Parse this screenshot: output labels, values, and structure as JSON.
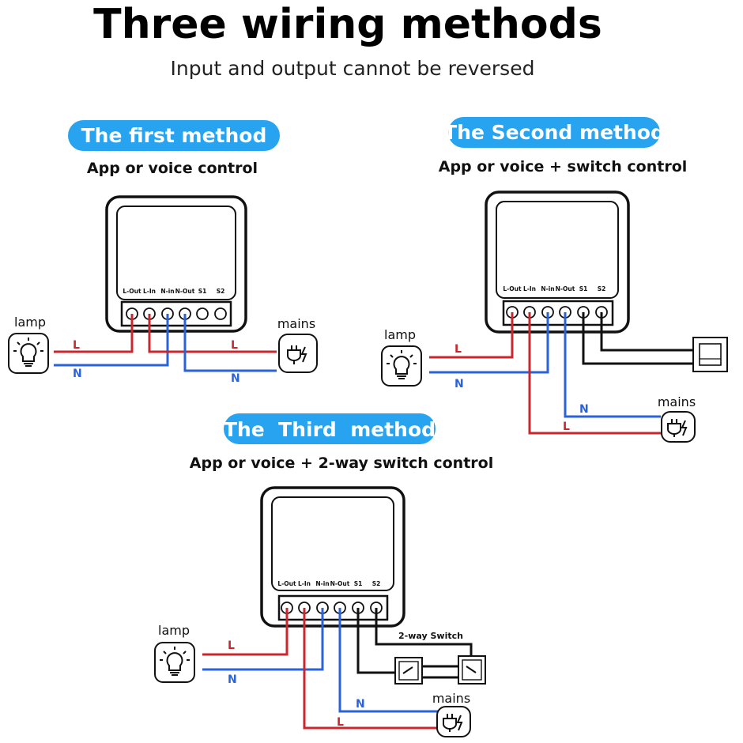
{
  "header": {
    "title": "Three wiring methods",
    "subtitle": "Input and output cannot be reversed"
  },
  "colors": {
    "pill": "#27a3f0",
    "live": "#c8272d",
    "neutral": "#2a63d8",
    "control": "#111111"
  },
  "terminals": [
    "L-Out",
    "L-In",
    "N-in",
    "N-Out",
    "S1",
    "S2"
  ],
  "icons": {
    "lamp": "bulb-icon",
    "mains": "plug-icon",
    "switch": "wall-switch-icon"
  },
  "method1": {
    "pill": "The first method",
    "desc": "App or voice control",
    "lamp_label": "lamp",
    "mains_label": "mains",
    "wire_l1": "L",
    "wire_n1": "N",
    "wire_l2": "L",
    "wire_n2": "N"
  },
  "method2": {
    "pill": "The Second method",
    "desc": "App or voice + switch control",
    "lamp_label": "lamp",
    "mains_label": "mains",
    "wire_l1": "L",
    "wire_n1": "N",
    "wire_l2": "L",
    "wire_n2": "N"
  },
  "method3": {
    "pill": "The  Third  method",
    "desc": "App or voice + 2-way switch control",
    "lamp_label": "lamp",
    "mains_label": "mains",
    "switch_label": "2-way Switch",
    "wire_l1": "L",
    "wire_n1": "N",
    "wire_l2": "L",
    "wire_n2": "N"
  }
}
